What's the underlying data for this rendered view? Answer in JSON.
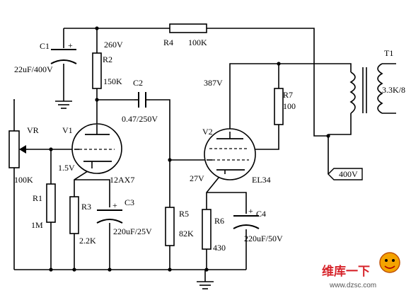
{
  "voltages": {
    "v260": "260V",
    "v387": "387V",
    "v1_5": "1.5V",
    "v27": "27V",
    "v400": "400V"
  },
  "components": {
    "c1": {
      "ref": "C1",
      "value": "22uF/400V"
    },
    "r2": {
      "ref": "R2",
      "value": "150K"
    },
    "r4": {
      "ref": "R4",
      "value": "100K"
    },
    "c2": {
      "ref": "C2",
      "value": "0.47/250V"
    },
    "vr": {
      "ref": "VR",
      "value": "100K"
    },
    "v1": {
      "ref": "V1",
      "type": "12AX7"
    },
    "r1": {
      "ref": "R1",
      "value": "1M"
    },
    "r3": {
      "ref": "R3",
      "value": "2.2K"
    },
    "c3": {
      "ref": "C3",
      "value": "220uF/25V"
    },
    "r5": {
      "ref": "R5",
      "value": "82K"
    },
    "v2": {
      "ref": "V2",
      "type": "EL34"
    },
    "r6": {
      "ref": "R6",
      "value": "430"
    },
    "c4": {
      "ref": "C4",
      "value": "220uF/50V"
    },
    "r7": {
      "ref": "R7",
      "value": "100"
    },
    "t1": {
      "ref": "T1",
      "value": "3.3K/8"
    }
  },
  "watermark": {
    "logo_text": "维库一下",
    "url": "www.dzsc.com"
  }
}
